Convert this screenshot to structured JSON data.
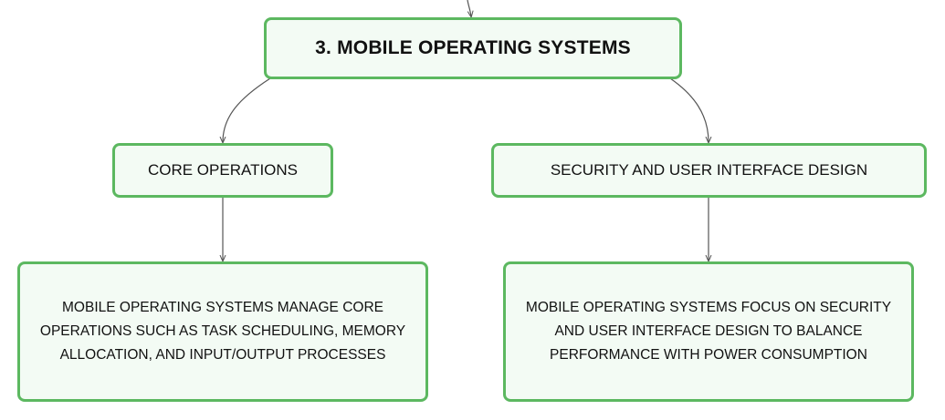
{
  "diagram": {
    "root": {
      "label": "3. MOBILE OPERATING SYSTEMS"
    },
    "branches": [
      {
        "label": "CORE OPERATIONS",
        "detail": "MOBILE OPERATING SYSTEMS MANAGE CORE OPERATIONS SUCH AS TASK SCHEDULING, MEMORY ALLOCATION, AND INPUT/OUTPUT PROCESSES"
      },
      {
        "label": "SECURITY AND USER INTERFACE DESIGN",
        "detail": "MOBILE OPERATING SYSTEMS FOCUS ON SECURITY AND USER INTERFACE DESIGN TO BALANCE PERFORMANCE WITH POWER CONSUMPTION"
      }
    ]
  },
  "colors": {
    "node_border": "#5cb860",
    "node_fill": "#f3fbf4",
    "edge": "#555555",
    "text": "#111111"
  }
}
